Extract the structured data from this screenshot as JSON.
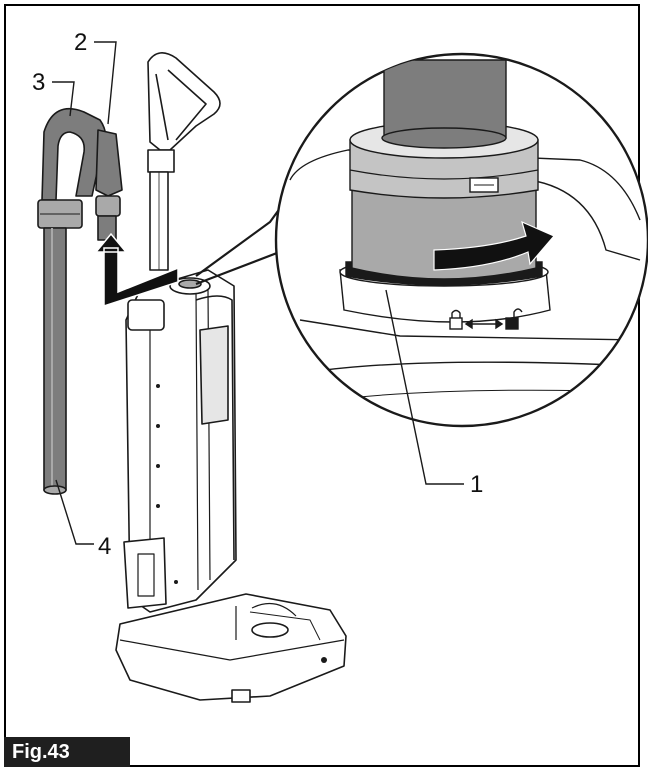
{
  "figure": {
    "label": "Fig.43",
    "callouts": {
      "c1": "1",
      "c2": "2",
      "c3": "3",
      "c4": "4"
    }
  },
  "colors": {
    "line": "#1a1a1a",
    "dark_gray": "#7d7d7d",
    "mid_gray": "#a9a9a9",
    "light_gray": "#e6e6e6",
    "arrow_fill": "#111111",
    "badge_bg": "#1f1f1f"
  },
  "icons": [
    "locked-padlock-icon",
    "unlocked-padlock-icon",
    "double-arrow-icon"
  ]
}
